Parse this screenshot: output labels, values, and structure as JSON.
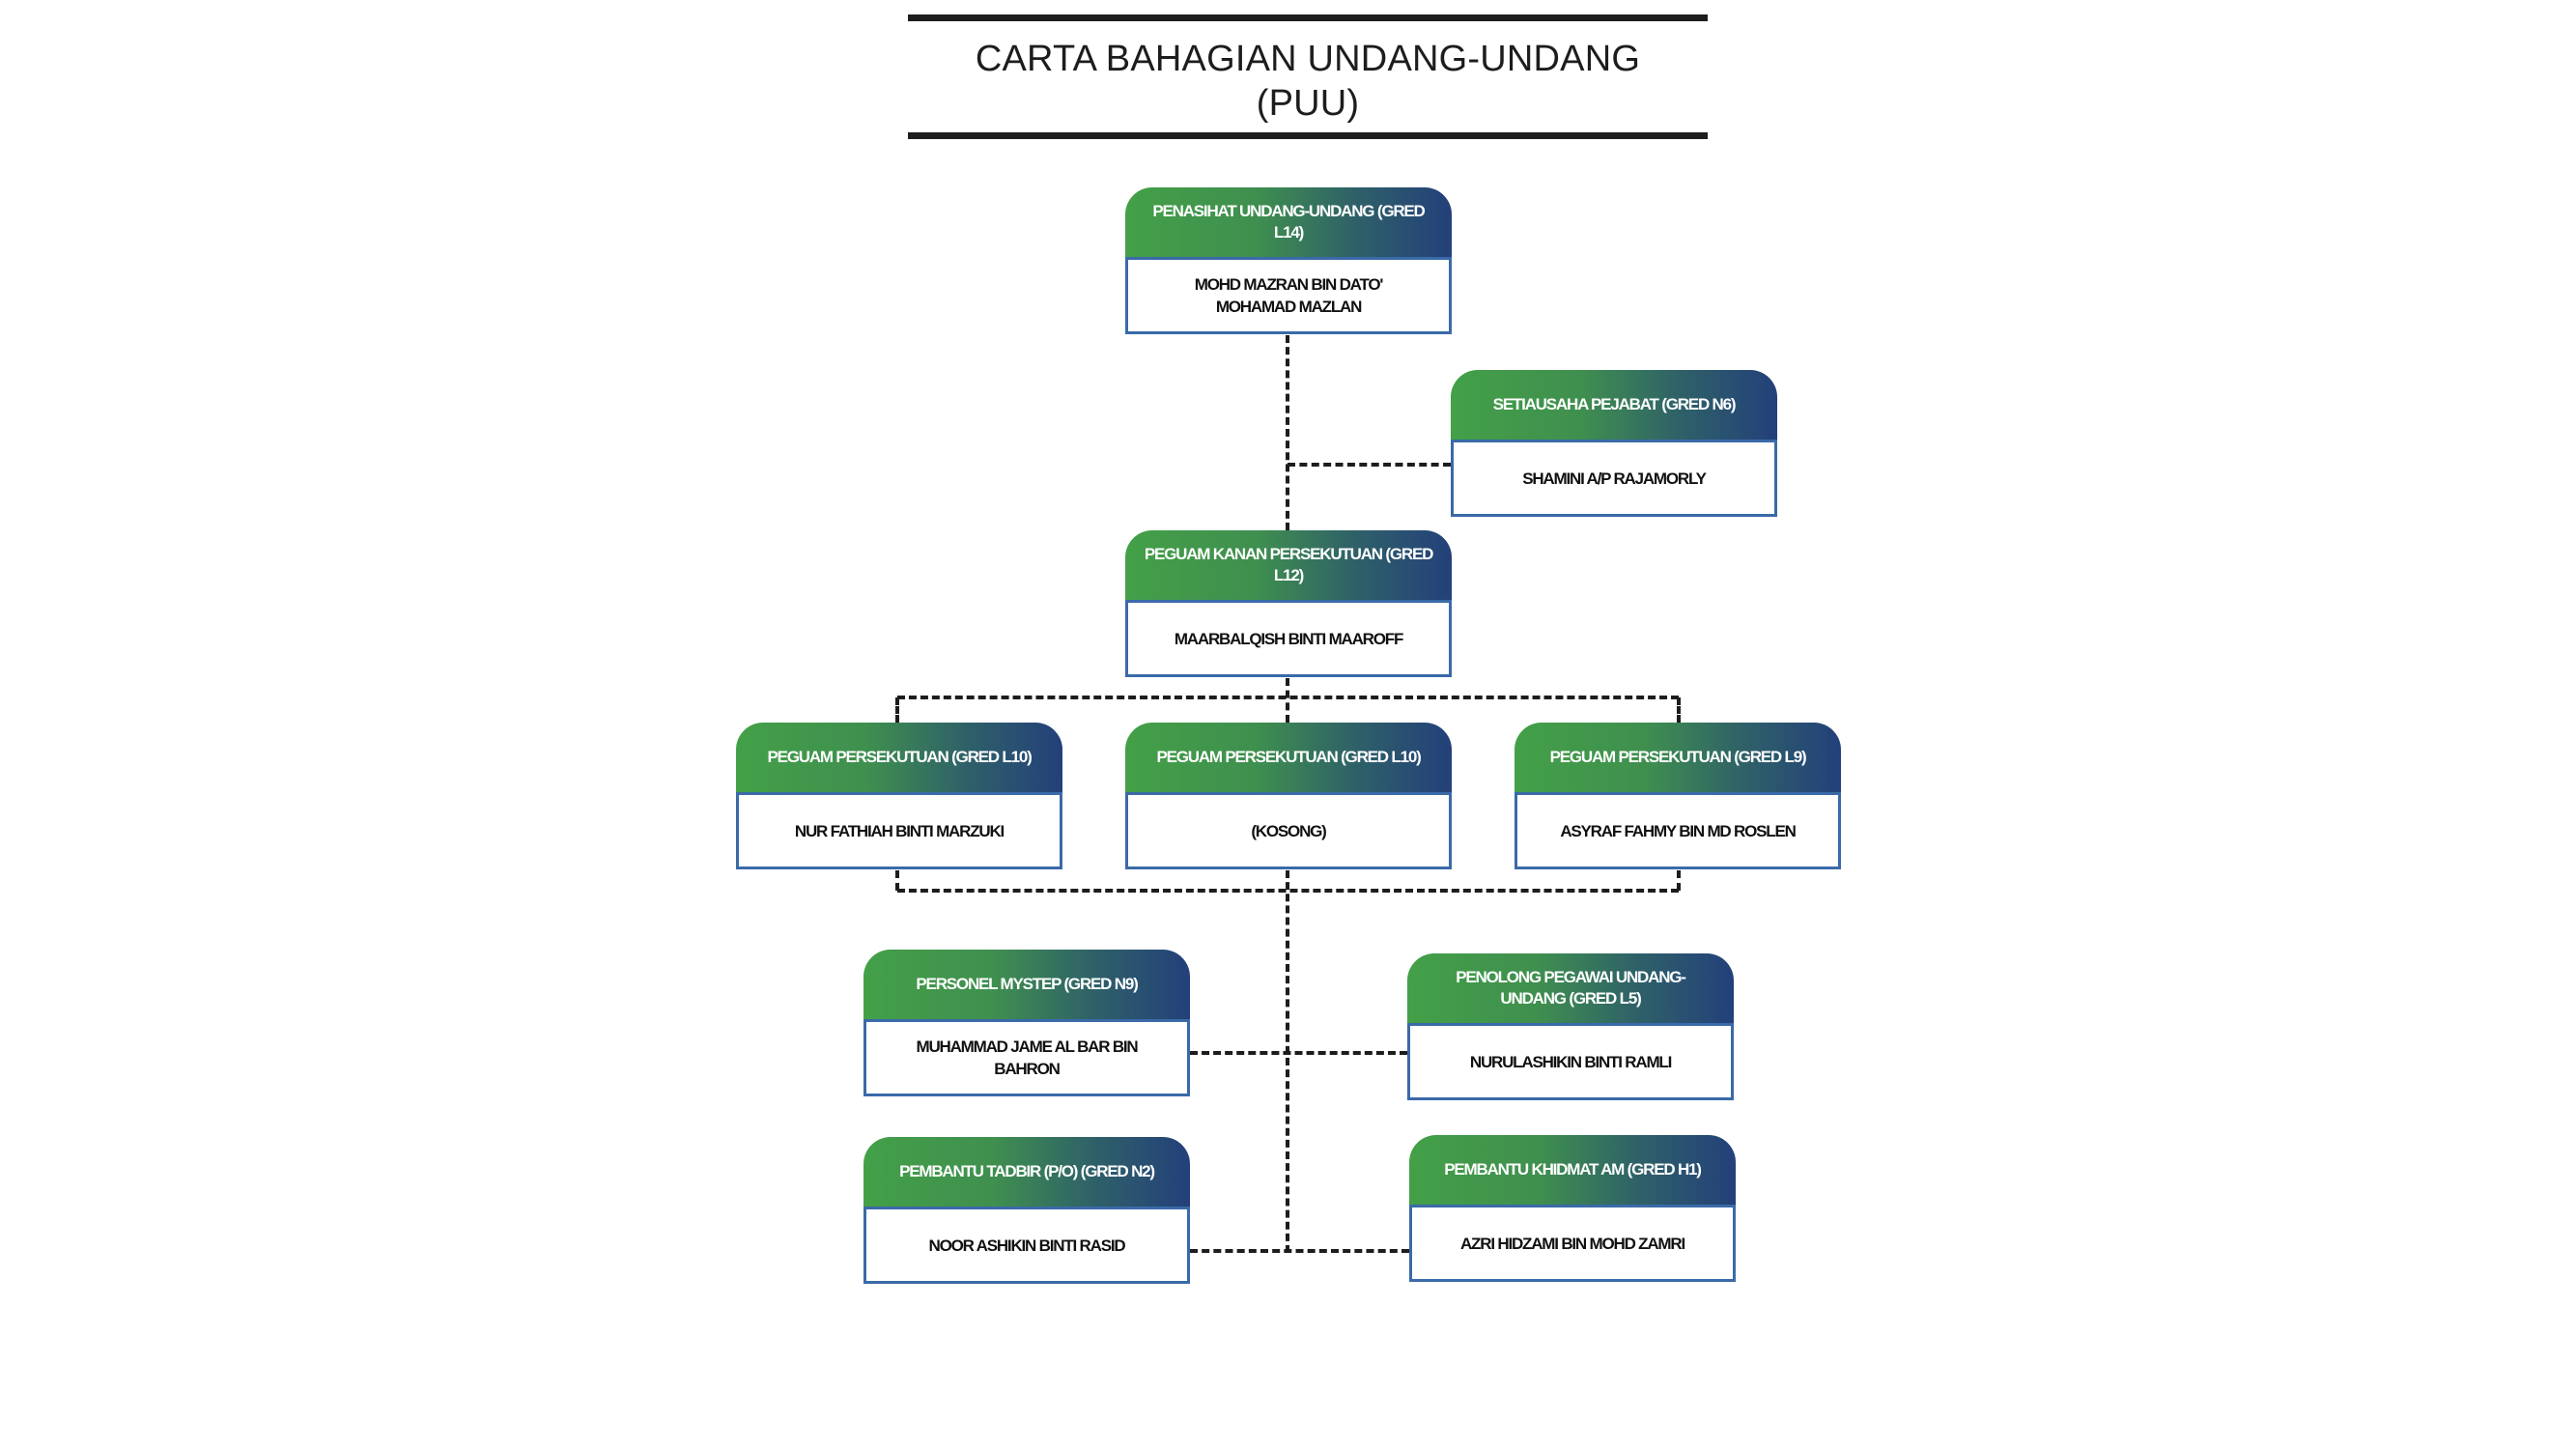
{
  "title": {
    "line1": "CARTA BAHAGIAN UNDANG-UNDANG",
    "line2": "(PUU)"
  },
  "colors": {
    "header_gradient_start": "#43a047",
    "header_gradient_end": "#23407a",
    "box_border": "#3a6aa8",
    "connector": "#1d1d1d"
  },
  "nodes": [
    {
      "role": "PENASIHAT UNDANG-UNDANG (GRED L14)",
      "name": "MOHD MAZRAN BIN DATO' MOHAMAD MAZLAN"
    },
    {
      "role": "SETIAUSAHA PEJABAT (GRED N6)",
      "name": "SHAMINI A/P RAJAMORLY"
    },
    {
      "role": "PEGUAM KANAN PERSEKUTUAN (GRED L12)",
      "name": "MAARBALQISH BINTI MAAROFF"
    },
    {
      "role": "PEGUAM PERSEKUTUAN (GRED L10)",
      "name": "NUR FATHIAH BINTI MARZUKI"
    },
    {
      "role": "PEGUAM PERSEKUTUAN (GRED L10)",
      "name": "(KOSONG)"
    },
    {
      "role": "PEGUAM PERSEKUTUAN (GRED L9)",
      "name": "ASYRAF FAHMY BIN MD ROSLEN"
    },
    {
      "role": "PERSONEL MYSTEP (GRED N9)",
      "name": "MUHAMMAD JAME AL BAR BIN BAHRON"
    },
    {
      "role": "PENOLONG PEGAWAI UNDANG-UNDANG (GRED L5)",
      "name": "NURULASHIKIN BINTI RAMLI"
    },
    {
      "role": "PEMBANTU TADBIR (P/O) (GRED N2)",
      "name": "NOOR ASHIKIN BINTI RASID"
    },
    {
      "role": "PEMBANTU KHIDMAT AM (GRED H1)",
      "name": "AZRI HIDZAMI BIN MOHD ZAMRI"
    }
  ]
}
